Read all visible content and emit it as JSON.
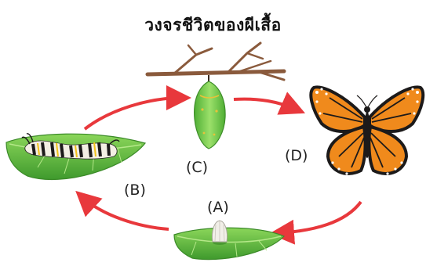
{
  "title": "วงจรชีวิตของผีเสื้อ",
  "stages": [
    {
      "label": "(A)",
      "name": "egg"
    },
    {
      "label": "(B)",
      "name": "caterpillar"
    },
    {
      "label": "(C)",
      "name": "chrysalis"
    },
    {
      "label": "(D)",
      "name": "butterfly"
    }
  ],
  "colors": {
    "arrow": "#e8383c",
    "leaf": "#5cc03f",
    "leaf_dark": "#3f9a2d",
    "chrysalis": "#7ccd4e",
    "branch": "#8a5a3c",
    "wing_orange": "#f08a1c",
    "wing_black": "#1c1a1a"
  }
}
